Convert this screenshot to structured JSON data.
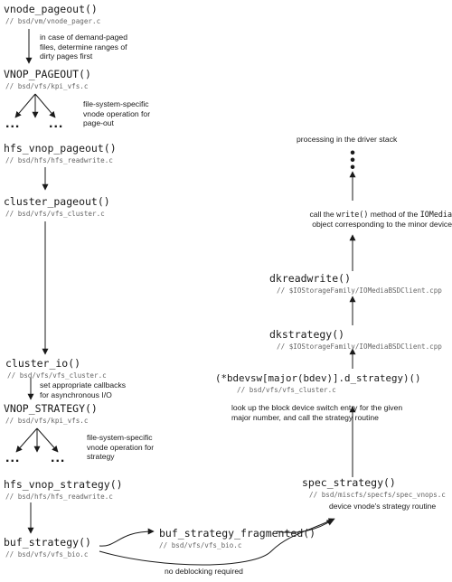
{
  "functions": {
    "vnode_pageout": {
      "name": "vnode_pageout()",
      "path": "// bsd/vm/vnode_pager.c"
    },
    "vnop_pageout": {
      "name": "VNOP_PAGEOUT()",
      "path": "// bsd/vfs/kpi_vfs.c"
    },
    "hfs_vnop_pageout": {
      "name": "hfs_vnop_pageout()",
      "path": "// bsd/hfs/hfs_readwrite.c"
    },
    "cluster_pageout": {
      "name": "cluster_pageout()",
      "path": "// bsd/vfs/vfs_cluster.c"
    },
    "cluster_io": {
      "name": "cluster_io()",
      "path": "// bsd/vfs/vfs_cluster.c"
    },
    "vnop_strategy": {
      "name": "VNOP_STRATEGY()",
      "path": "// bsd/vfs/kpi_vfs.c"
    },
    "hfs_vnop_strategy": {
      "name": "hfs_vnop_strategy()",
      "path": "// bsd/hfs/hfs_readwrite.c"
    },
    "buf_strategy": {
      "name": "buf_strategy()",
      "path": "// bsd/vfs/vfs_bio.c"
    },
    "buf_strategy_fragmented": {
      "name": "buf_strategy_fragmented()",
      "path": "// bsd/vfs/vfs_bio.c"
    },
    "spec_strategy": {
      "name": "spec_strategy()",
      "path": "// bsd/miscfs/specfs/spec_vnops.c"
    },
    "bdevsw_strategy": {
      "name": "(*bdevsw[major(bdev)].d_strategy)()",
      "path": "// bsd/vfs/vfs_cluster.c"
    },
    "dkstrategy": {
      "name": "dkstrategy()",
      "path": "// $IOStorageFamily/IOMediaBSDClient.cpp"
    },
    "dkreadwrite": {
      "name": "dkreadwrite()",
      "path": "// $IOStorageFamily/IOMediaBSDClient.cpp"
    }
  },
  "notes": {
    "demand_paged": "in case of demand-paged\nfiles, determine ranges of\ndirty pages first",
    "fs_specific_pageout": "file-system-specific\nvnode operation for\npage-out",
    "callbacks": "set appropriate callbacks\nfor asynchronous I/O",
    "fs_specific_strategy": "file-system-specific\nvnode operation for\nstrategy",
    "no_deblocking": "no deblocking required",
    "device_vnode": "device vnode's strategy routine",
    "block_switch": "look up the block device switch entry for the given\nmajor number, and call the strategy routine",
    "call_write_pre": "call the ",
    "call_write_code": "write()",
    "call_write_mid": " method of the ",
    "call_write_code2": "IOMedia",
    "call_write_post": "object corresponding to the minor device",
    "driver_stack": "processing in the driver stack"
  },
  "ellipsis": "..."
}
